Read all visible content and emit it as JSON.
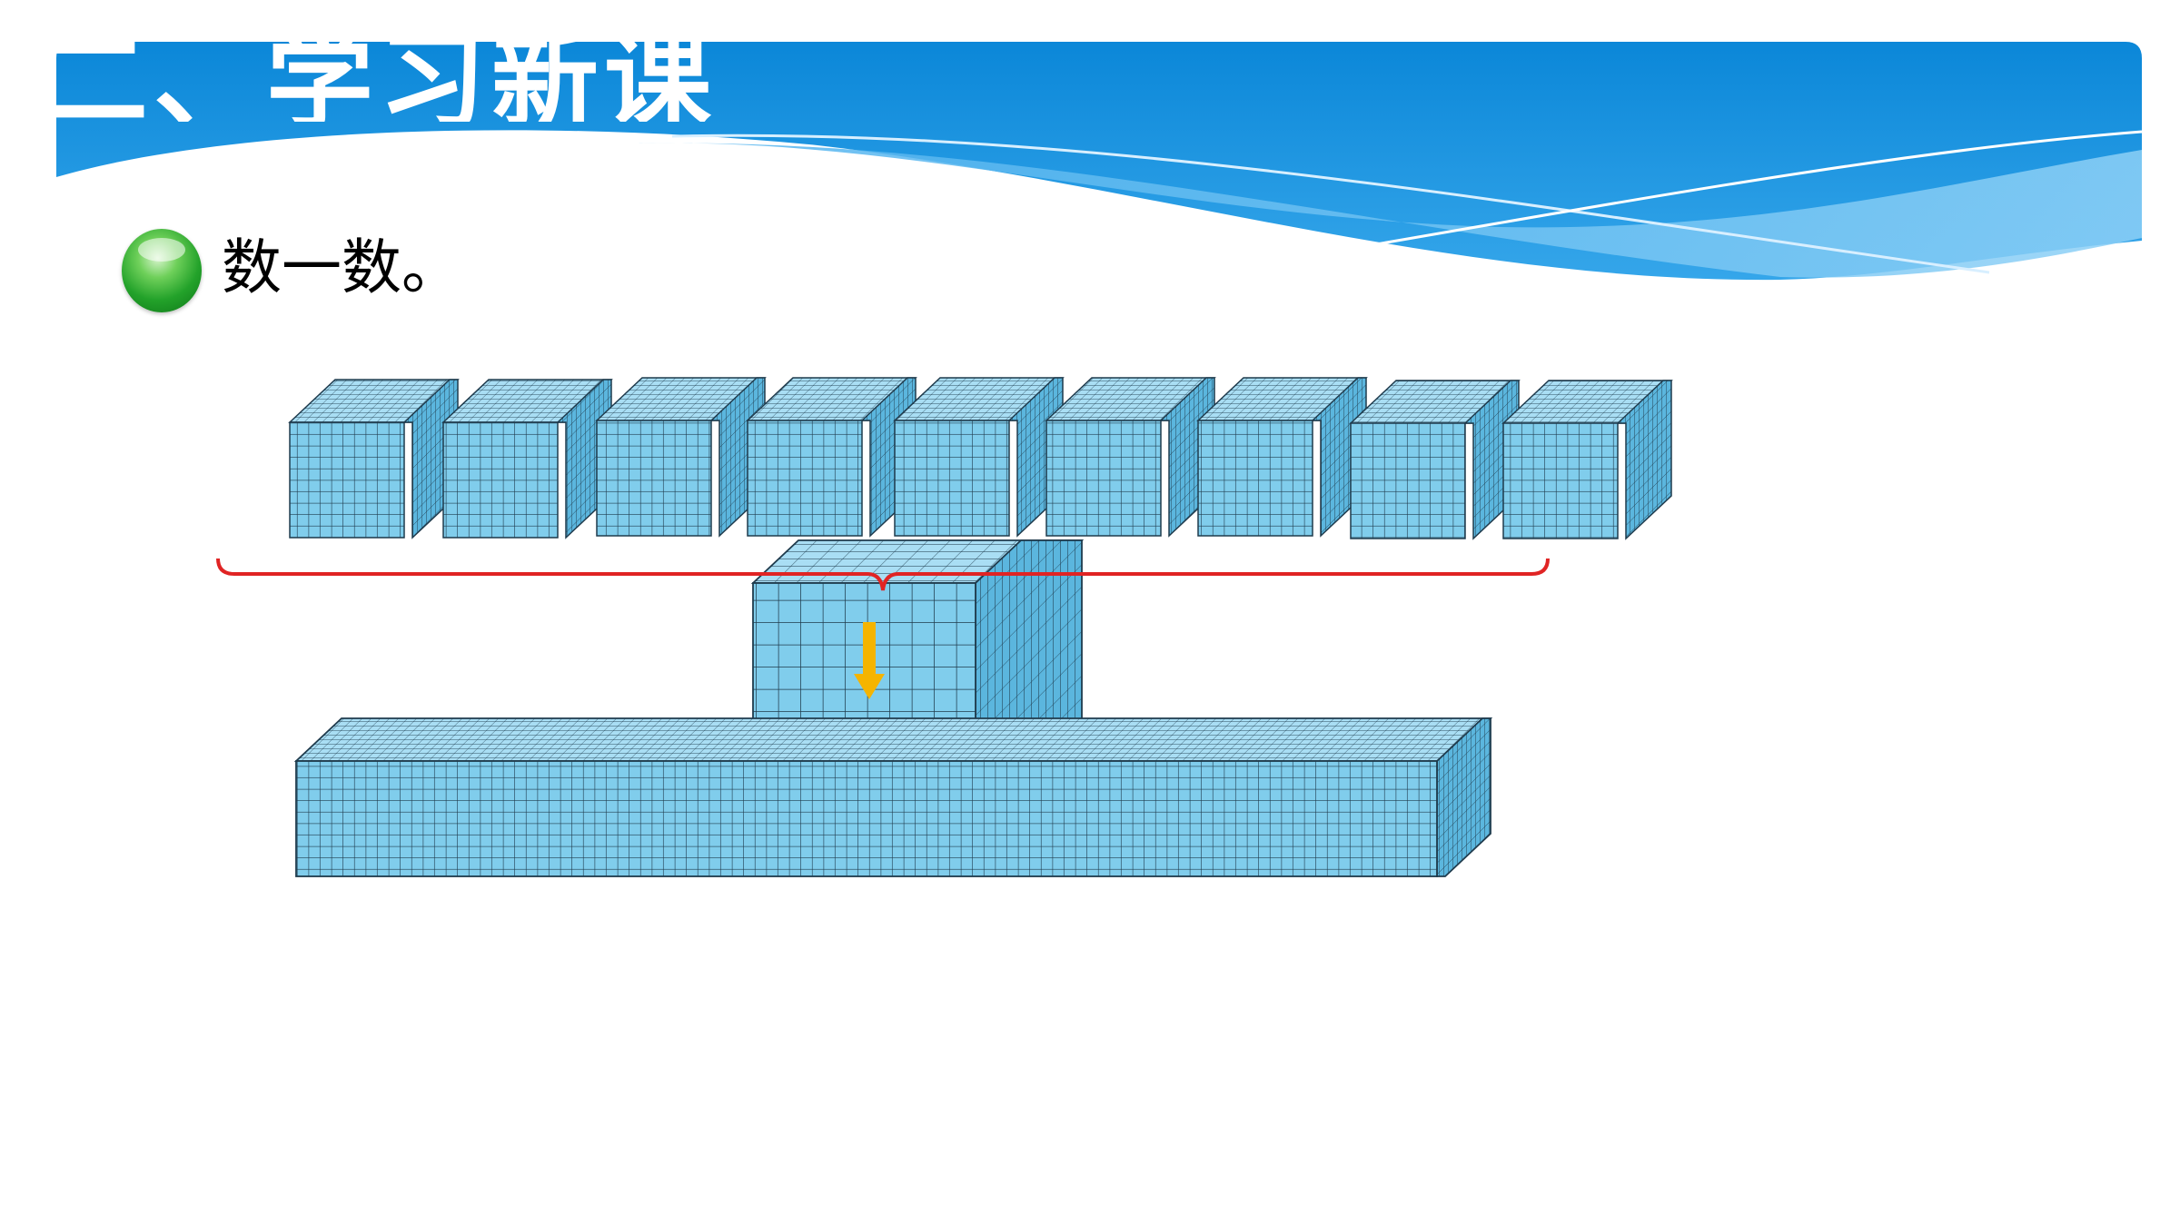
{
  "header": {
    "title": "二、学习新课",
    "colors": {
      "banner_top": "#0f8fdc",
      "banner_mid": "#3aa9ea",
      "wave_light": "#9fd6f6"
    }
  },
  "prompt": {
    "bullet_icon": "green-sphere-bullet",
    "text": "数一数。"
  },
  "illustration": {
    "hundred_flats_top_row": 9,
    "thousand_cubes": 1,
    "ten_thousand_bars": 1,
    "colors": {
      "block_face": "#80cdec",
      "block_top": "#a9def4",
      "block_side": "#5bb6de",
      "grid_line": "#1f3b4d",
      "brace": "#e02424",
      "arrow": "#f5b400"
    }
  }
}
